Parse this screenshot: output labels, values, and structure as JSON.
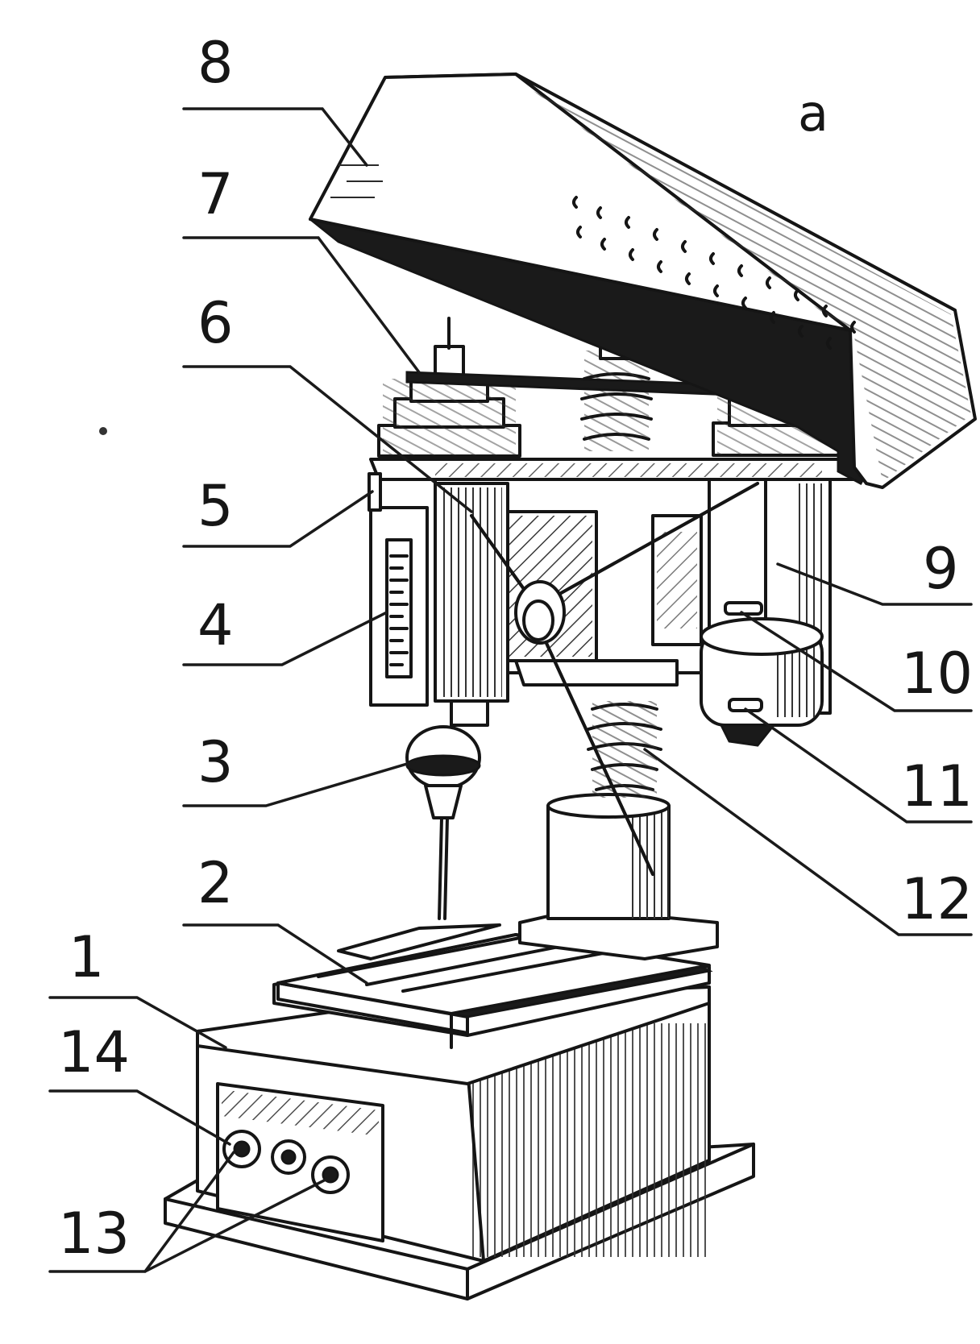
{
  "figure": {
    "panel_letter": "a",
    "labels": [
      "1",
      "2",
      "3",
      "4",
      "5",
      "6",
      "7",
      "8",
      "9",
      "10",
      "11",
      "12",
      "13",
      "14"
    ]
  }
}
